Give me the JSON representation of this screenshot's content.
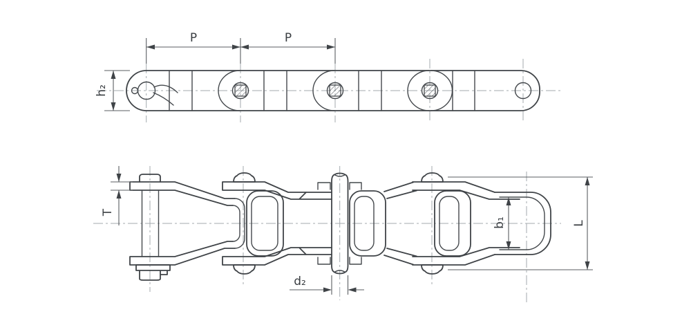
{
  "colors": {
    "background": "#ffffff",
    "line": "#3f4347",
    "centerline": "#a3a9ae",
    "dimension": "#5a5e62",
    "text": "#3a3e42"
  },
  "side_view": {
    "pitch_label_1": "P",
    "pitch_label_2": "P",
    "height_label": "h₂"
  },
  "plan_view": {
    "plate_thickness_label": "T",
    "bush_diameter_label": "d₂",
    "inner_width_label": "b₁",
    "overall_width_label": "L"
  }
}
